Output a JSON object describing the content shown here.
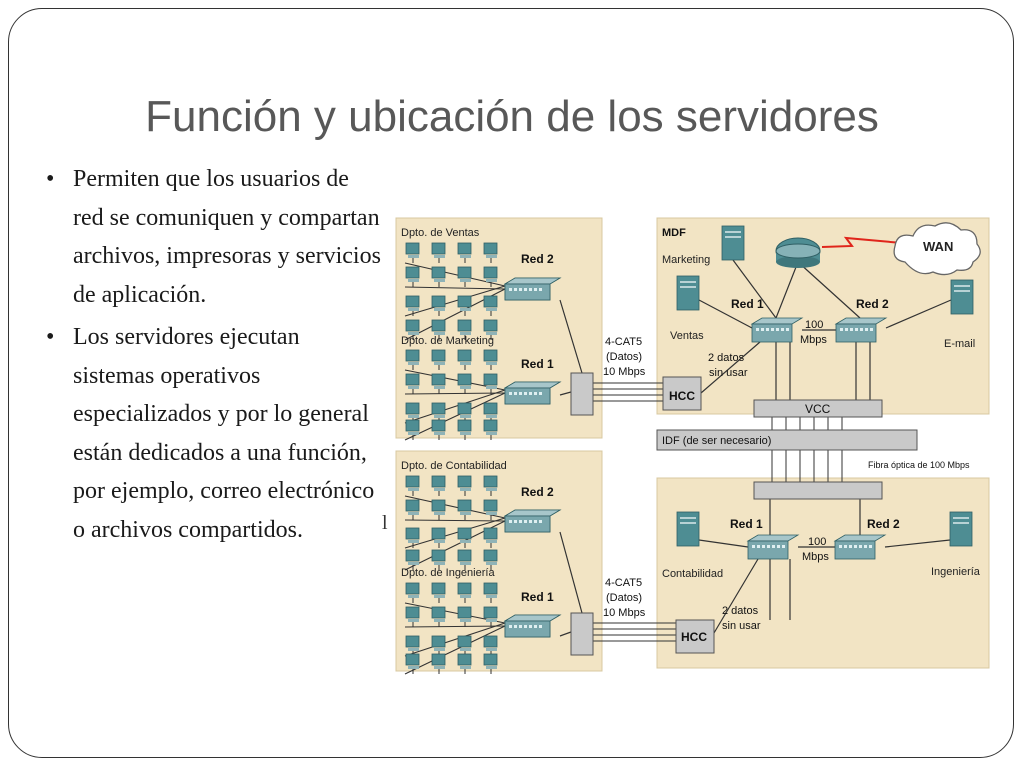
{
  "slide": {
    "title": "Función y ubicación de los servidores",
    "bullet_mark": "•",
    "bullets": [
      "Permiten que los usuarios de red se comuniquen y compartan archivos, impresoras y servicios de aplicación.",
      "Los servidores ejecutan sistemas operativos especializados y por lo general están dedicados a una función, por ejemplo, correo electrónico o archivos compartidos."
    ],
    "stray_mark": "l"
  },
  "diagram": {
    "dept_ventas": "Dpto. de Ventas",
    "dept_marketing": "Dpto. de Marketing",
    "dept_contabilidad": "Dpto. de Contabilidad",
    "dept_ingenieria": "Dpto. de Ingeniería",
    "red2": "Red 2",
    "red1": "Red 1",
    "mdf": "MDF",
    "wan": "WAN",
    "server_marketing": "Marketing",
    "server_ventas": "Ventas",
    "server_email": "E-mail",
    "server_contabilidad": "Contabilidad",
    "server_ingenieria": "Ingeniería",
    "speed_100": "100",
    "speed_mbps": "Mbps",
    "cat5_line1": "4-CAT5",
    "cat5_line2": "(Datos)",
    "cat5_line3": "10 Mbps",
    "unused_line1": "2 datos",
    "unused_line2": "sin usar",
    "hcc": "HCC",
    "vcc": "VCC",
    "idf": "IDF (de ser necesario)",
    "fibra": "Fibra óptica de 100 Mbps"
  },
  "colors": {
    "panel": "#f2e4c4",
    "teal": "#4e8d93",
    "switch": "#7aa7ad",
    "gray_box": "#c9c9c9",
    "title_text": "#585858",
    "wan_link": "#e0251b"
  }
}
